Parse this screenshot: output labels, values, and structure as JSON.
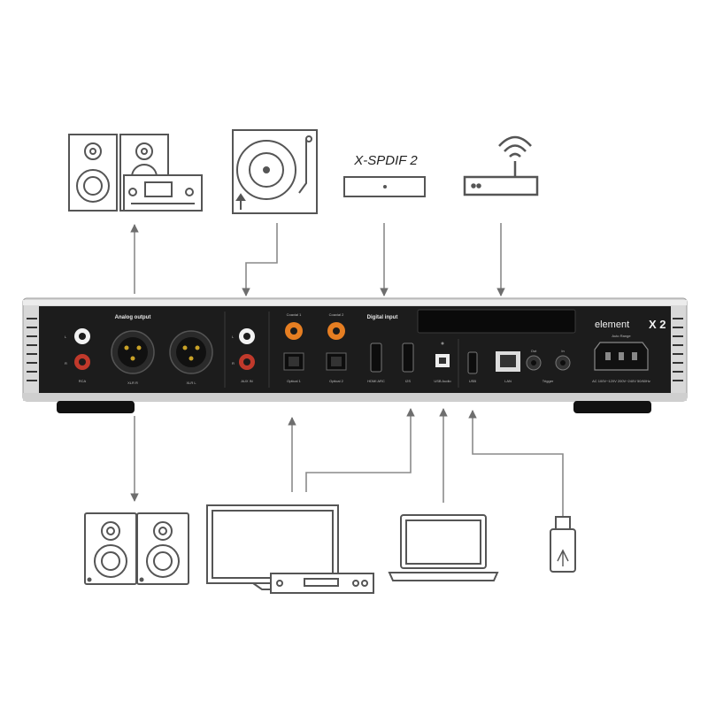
{
  "brand": {
    "name": "element",
    "model_mark": "X 2",
    "power_label": "Auto Range",
    "power_spec": "AC 100V~120V 200V~240V 50/60Hz"
  },
  "xspdif": {
    "logo": "X-SPDIF 2"
  },
  "sections": {
    "analog_output": "Analog output",
    "digital_input": "Digital input"
  },
  "ports": {
    "rca_out": "RCA",
    "xlr_right": "XLR R",
    "xlr_left": "XLR L",
    "aux_in": "AUX IN",
    "coax1": "Coaxial 1",
    "coax2": "Coaxial 2",
    "optical1": "Optical 1",
    "optical2": "Optical 2",
    "hdmi_arc": "HDMI ARC",
    "i2s": "I2S",
    "usb_audio": "USB Audio",
    "usb": "USB",
    "lan": "LAN",
    "trigger": "Trigger",
    "trigger_out": "Out",
    "trigger_in": "In",
    "ch_left": "L",
    "ch_right": "R"
  },
  "colors": {
    "panel": "#1c1c1c",
    "chassis": "#d6d6d6",
    "rca_white": "#f2f2f2",
    "rca_red": "#c0392b",
    "coax_orange": "#e67e22",
    "line": "#8a8a8a",
    "outline": "#555555"
  }
}
